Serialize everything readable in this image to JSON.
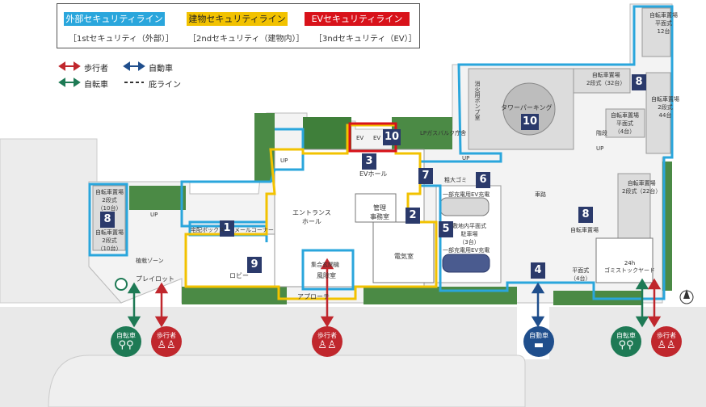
{
  "legend": {
    "lines": [
      {
        "tag": "外部セキュリティライン",
        "sub": "［1stセキュリティ（外部）］",
        "color": "#2aa6dc"
      },
      {
        "tag": "建物セキュリティライン",
        "sub": "［2ndセキュリティ（建物内）］",
        "color": "#f2c200"
      },
      {
        "tag": "EVセキュリティライン",
        "sub": "［3ndセキュリティ（EV）］",
        "color": "#d8121a"
      }
    ],
    "walker": "歩行者",
    "car": "自動車",
    "bicycle": "自転車",
    "garden_line": "庇ライン"
  },
  "colors": {
    "walker": "#c0272d",
    "car": "#1f4e8c",
    "bicycle": "#1e7a55",
    "outer": "#2aa6dc",
    "building": "#f2c200",
    "ev": "#d8121a",
    "marker": "#2b3a6b"
  },
  "markers": {
    "m1": "1",
    "m2": "2",
    "m3": "3",
    "m4": "4",
    "m5": "5",
    "m6": "6",
    "m7": "7",
    "m8a": "8",
    "m8b": "8",
    "m8c": "8",
    "m9": "9",
    "m10a": "10",
    "m10b": "10"
  },
  "rooms": {
    "ev_hall": "EVホール",
    "ev1": "EV",
    "ev2": "EV",
    "entrance": "エントランス\nホール",
    "manager": "管理\n事務室",
    "electric": "電気室",
    "lobby": "ロビー",
    "wind_room": "風除室",
    "collective": "集合玄関機",
    "approach": "アプローチ",
    "delivery_box": "宅配ボックス",
    "mail_corner": "メールコーナー",
    "trash_corner": "粗大ゴミ",
    "lp_gas": "LPガスバルク庁舎",
    "tower_parking": "タワーパーキング",
    "tower_side": "消火用ポンプ室",
    "bike_top": "自転車置場\n平面式\n12台",
    "bike_2tier_32": "自転車置場\n2段式（32台）",
    "bike_2tier_44": "自転車置場\n2段式\n44台",
    "bike_flat4": "自転車置場\n平面式\n（4台）",
    "bike_left_a": "自転車置場\n2段式\n（10台）",
    "bike_left_b": "自転車置場\n2段式\n（10台）",
    "bike_right_22": "自転車置場\n2段式（22台）",
    "bike_right_flat": "平面式\n（4台）",
    "bike_right_side": "自転車置場",
    "parking_3": "敷地内平面式\n駐車場\n（3台）",
    "ev_charge_1": "一部充電用EV充電",
    "ev_charge_2": "一部充電用EV充電",
    "road": "車路",
    "gomi": "24h\nゴミストックヤード",
    "planting_cover": "植栽ゾーン",
    "preilot": "プレイロット",
    "up1": "UP",
    "up2": "UP",
    "up3": "UP",
    "up4": "UP",
    "stair": "階段"
  },
  "badges": {
    "b1": "自転車",
    "b2": "歩行者",
    "b3": "歩行者",
    "b4": "自動車",
    "b5": "自転車",
    "b6": "歩行者"
  }
}
